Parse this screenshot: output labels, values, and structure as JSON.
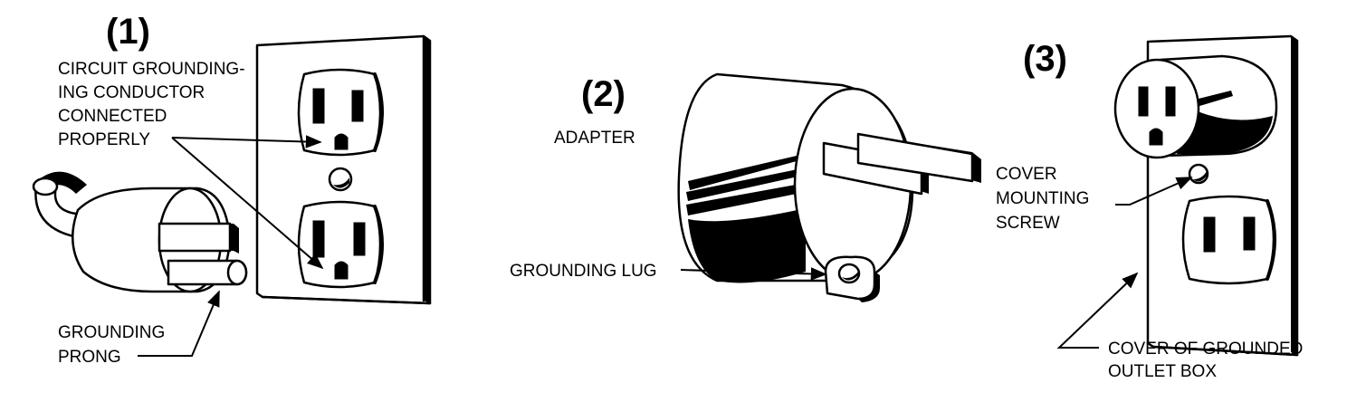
{
  "figure1": {
    "number": "(1)",
    "conductor_label": [
      "CIRCUIT GROUNDING-",
      "ING CONDUCTOR",
      "CONNECTED",
      "PROPERLY"
    ],
    "prong_label": [
      "GROUNDING",
      "PRONG"
    ]
  },
  "figure2": {
    "number": "(2)",
    "adapter_label": "ADAPTER",
    "lug_label": "GROUNDING LUG"
  },
  "figure3": {
    "number": "(3)",
    "screw_label": [
      "COVER",
      "MOUNTING",
      "SCREW"
    ],
    "box_label": [
      "COVER OF GROUNDED",
      "OUTLET BOX"
    ]
  }
}
